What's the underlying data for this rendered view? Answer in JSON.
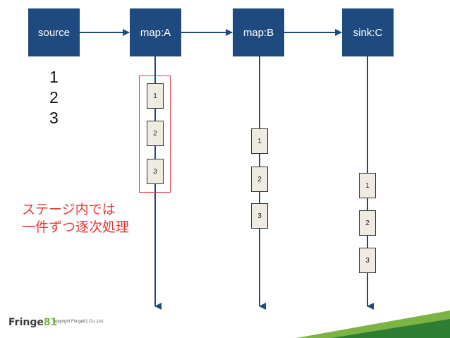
{
  "stages": [
    {
      "label": "source"
    },
    {
      "label": "map:A"
    },
    {
      "label": "map:B"
    },
    {
      "label": "sink:C"
    }
  ],
  "source_items": [
    "1",
    "2",
    "3"
  ],
  "timelines": [
    {
      "stage": "map:A",
      "items": [
        "1",
        "2",
        "3"
      ]
    },
    {
      "stage": "map:B",
      "items": [
        "1",
        "2",
        "3"
      ]
    },
    {
      "stage": "sink:C",
      "items": [
        "1",
        "2",
        "3"
      ]
    }
  ],
  "annotation": {
    "line1": "ステージ内では",
    "line2": "一件ずつ逐次処理"
  },
  "footer": {
    "logo_text": "Fringe",
    "logo_number": "81",
    "copyright": "copyright Fringe81 Co.,Ltd."
  },
  "colors": {
    "stage_fill": "#1f4a7f",
    "arrow": "#1f4a7f",
    "highlight": "#e03a3a",
    "annotation": "#e53935",
    "item_fill": "#efebe2",
    "deco_dark": "#2e7d32",
    "deco_light": "#7cb342"
  }
}
